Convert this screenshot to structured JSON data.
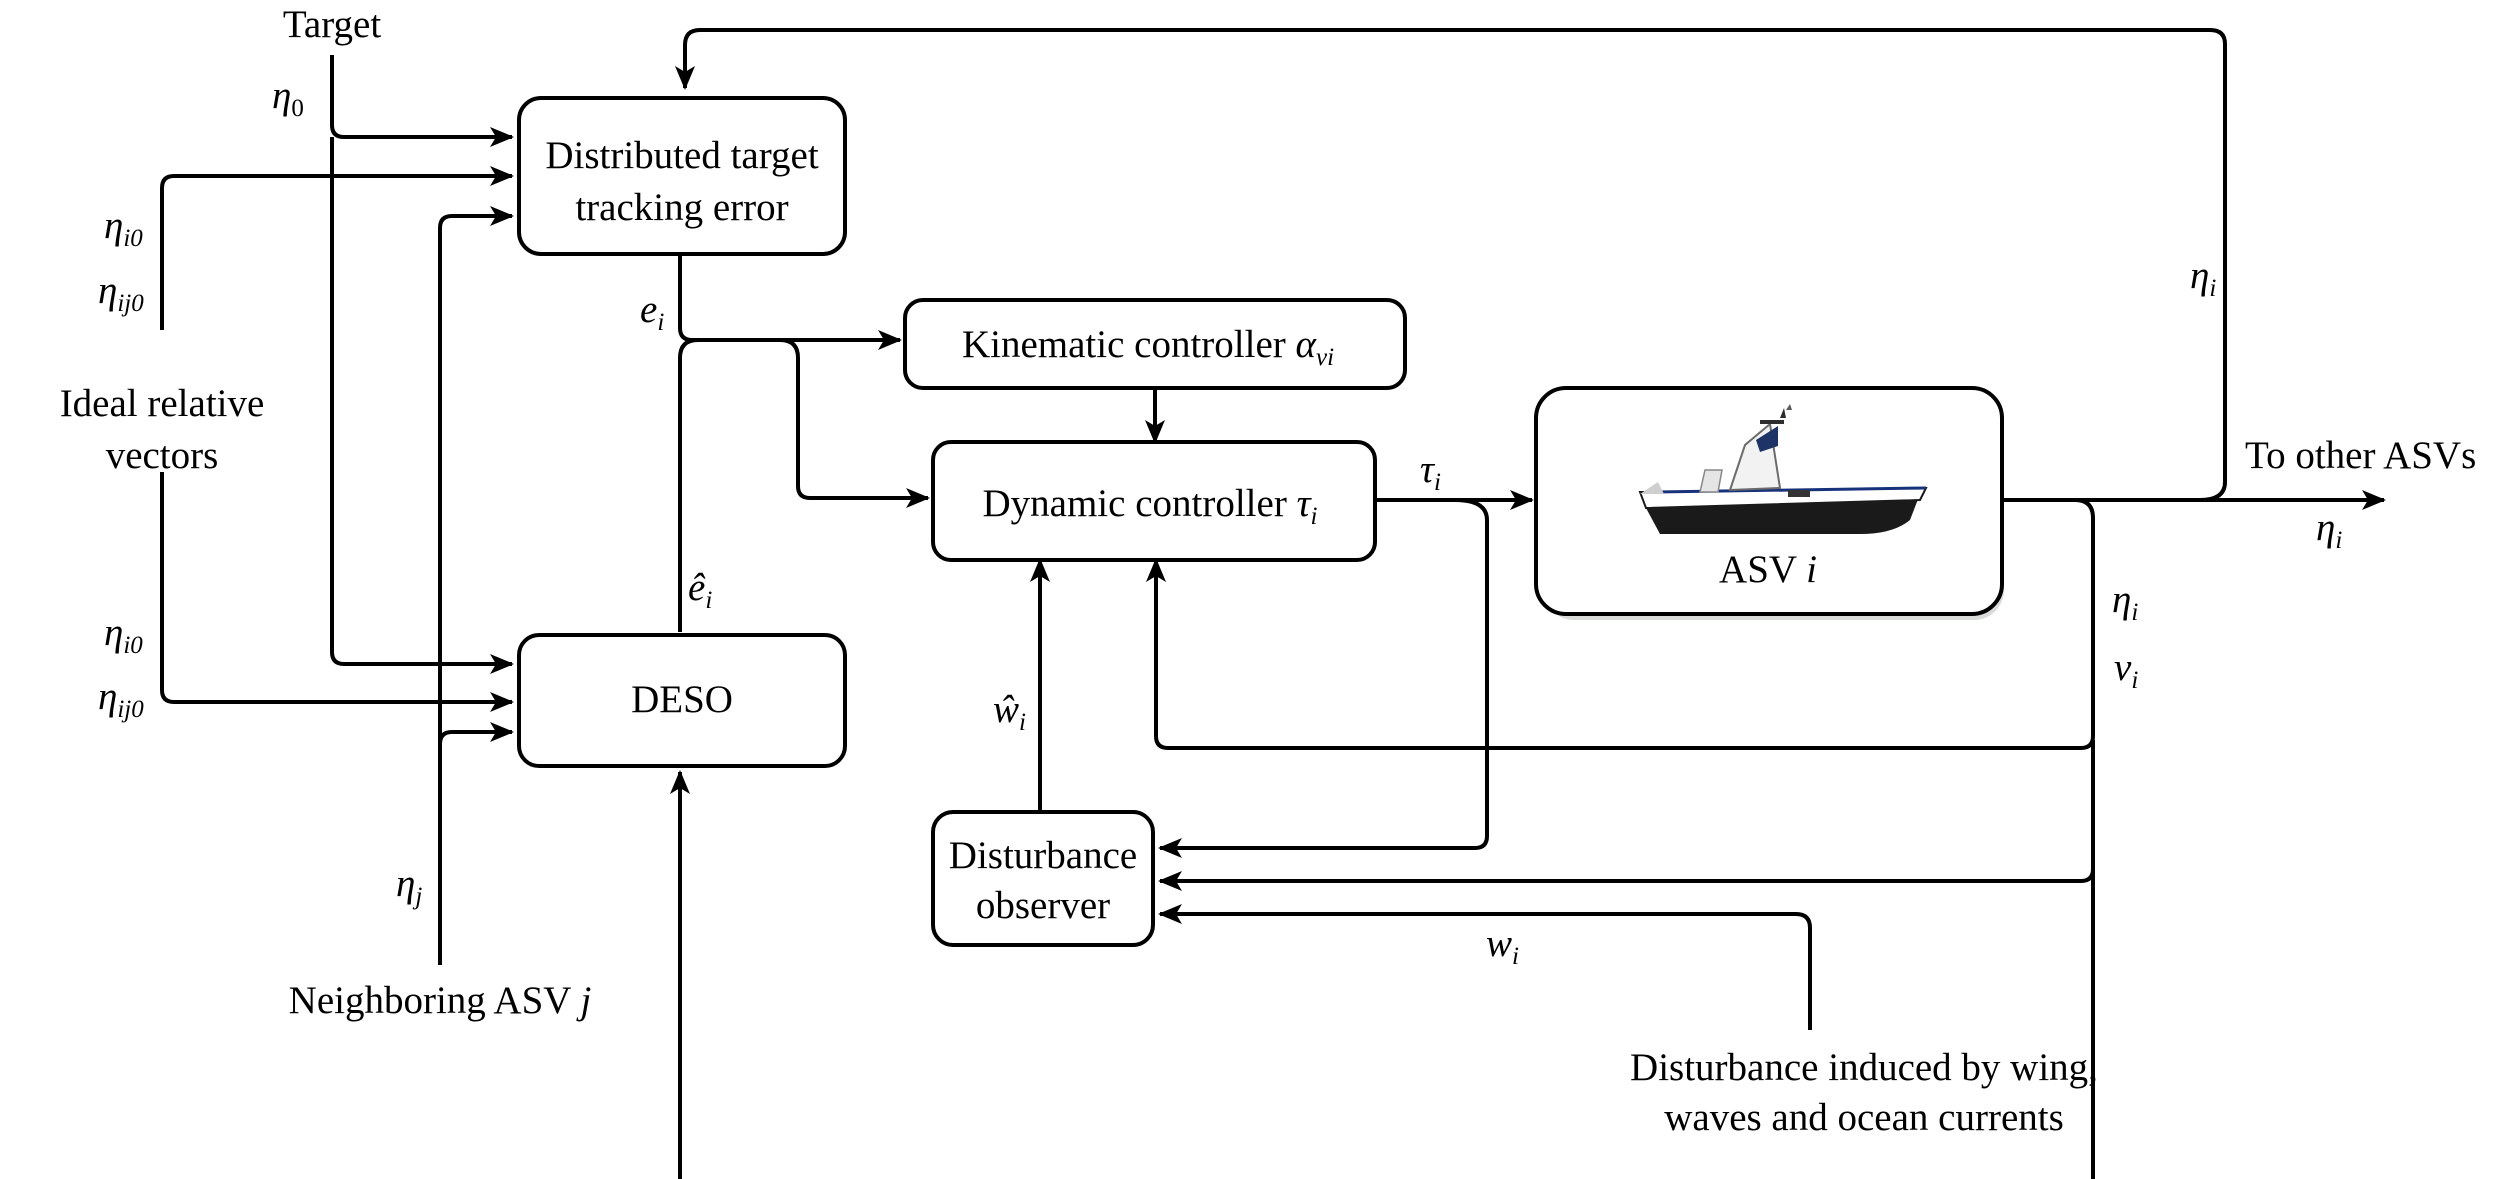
{
  "blocks": {
    "tracking_error": {
      "line1": "Distributed target",
      "line2": "tracking error"
    },
    "kinematic": {
      "text": "Kinematic controller ",
      "sym": "α",
      "sub": "vi"
    },
    "dynamic": {
      "text": "Dynamic controller ",
      "sym": "τ",
      "sub": "i"
    },
    "asv": {
      "text": "ASV ",
      "italic": "i"
    },
    "deso": {
      "text": "DESO"
    },
    "observer": {
      "line1": "Disturbance",
      "line2": "observer"
    }
  },
  "labels": {
    "target": "Target",
    "ideal_line1": "Ideal relative",
    "ideal_line2": "vectors",
    "neighbor": {
      "text": "Neighboring ASV ",
      "italic": "j"
    },
    "to_other": "To other ASVs",
    "disturbance_line1": "Disturbance induced by wing,",
    "disturbance_line2": "waves and ocean currents"
  },
  "signals": {
    "eta": "η",
    "nu": "ν",
    "e": "e",
    "e_hat": "ê",
    "tau": "τ",
    "w": "w",
    "w_hat": "ŵ",
    "sub_0": "0",
    "sub_i": "i",
    "sub_j": "j",
    "sub_i0": "i0",
    "sub_ij0": "ij0"
  }
}
